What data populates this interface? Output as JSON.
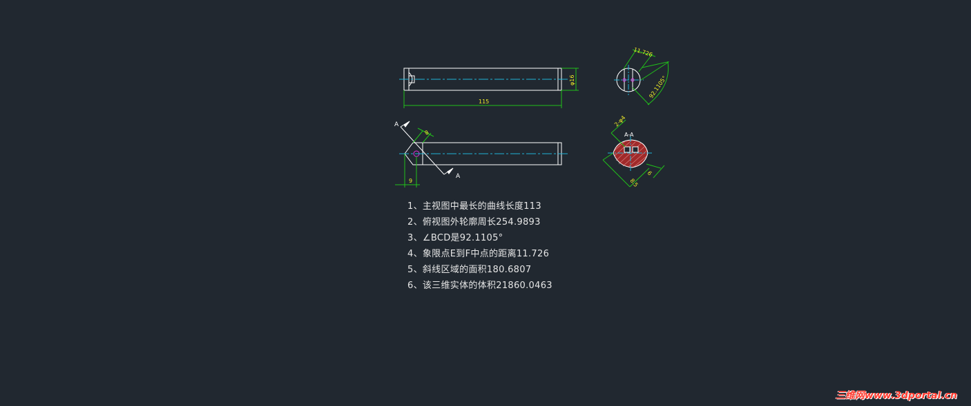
{
  "drawing": {
    "dimensions": {
      "top_length": "115",
      "top_diameter": "φ16",
      "top_right_chord": "11.726",
      "top_right_angle": "92.1105°",
      "section_label": "A-A",
      "section_width": "2-φ4",
      "section_d1": "8.5",
      "section_d2": "6",
      "bottom_offset": "9",
      "bottom_small": "8",
      "cut_label_1": "A",
      "cut_label_2": "A"
    },
    "colors": {
      "outline": "#ffffff",
      "dimension": "#21c11a",
      "dim_text": "#f0ec28",
      "center": "#1fb4d8",
      "hatch": "#a02a2a",
      "magenta": "#e030e0"
    }
  },
  "notes": [
    "1、主视图中最长的曲线长度113",
    "2、俯视图外轮廓周长254.9893",
    "3、∠BCD是92.1105°",
    "4、象限点E到F中点的距离11.726",
    "5、斜线区域的面积180.6807",
    "6、该三维实体的体积21860.0463"
  ],
  "watermark": "三维网www.3dportal.cn"
}
